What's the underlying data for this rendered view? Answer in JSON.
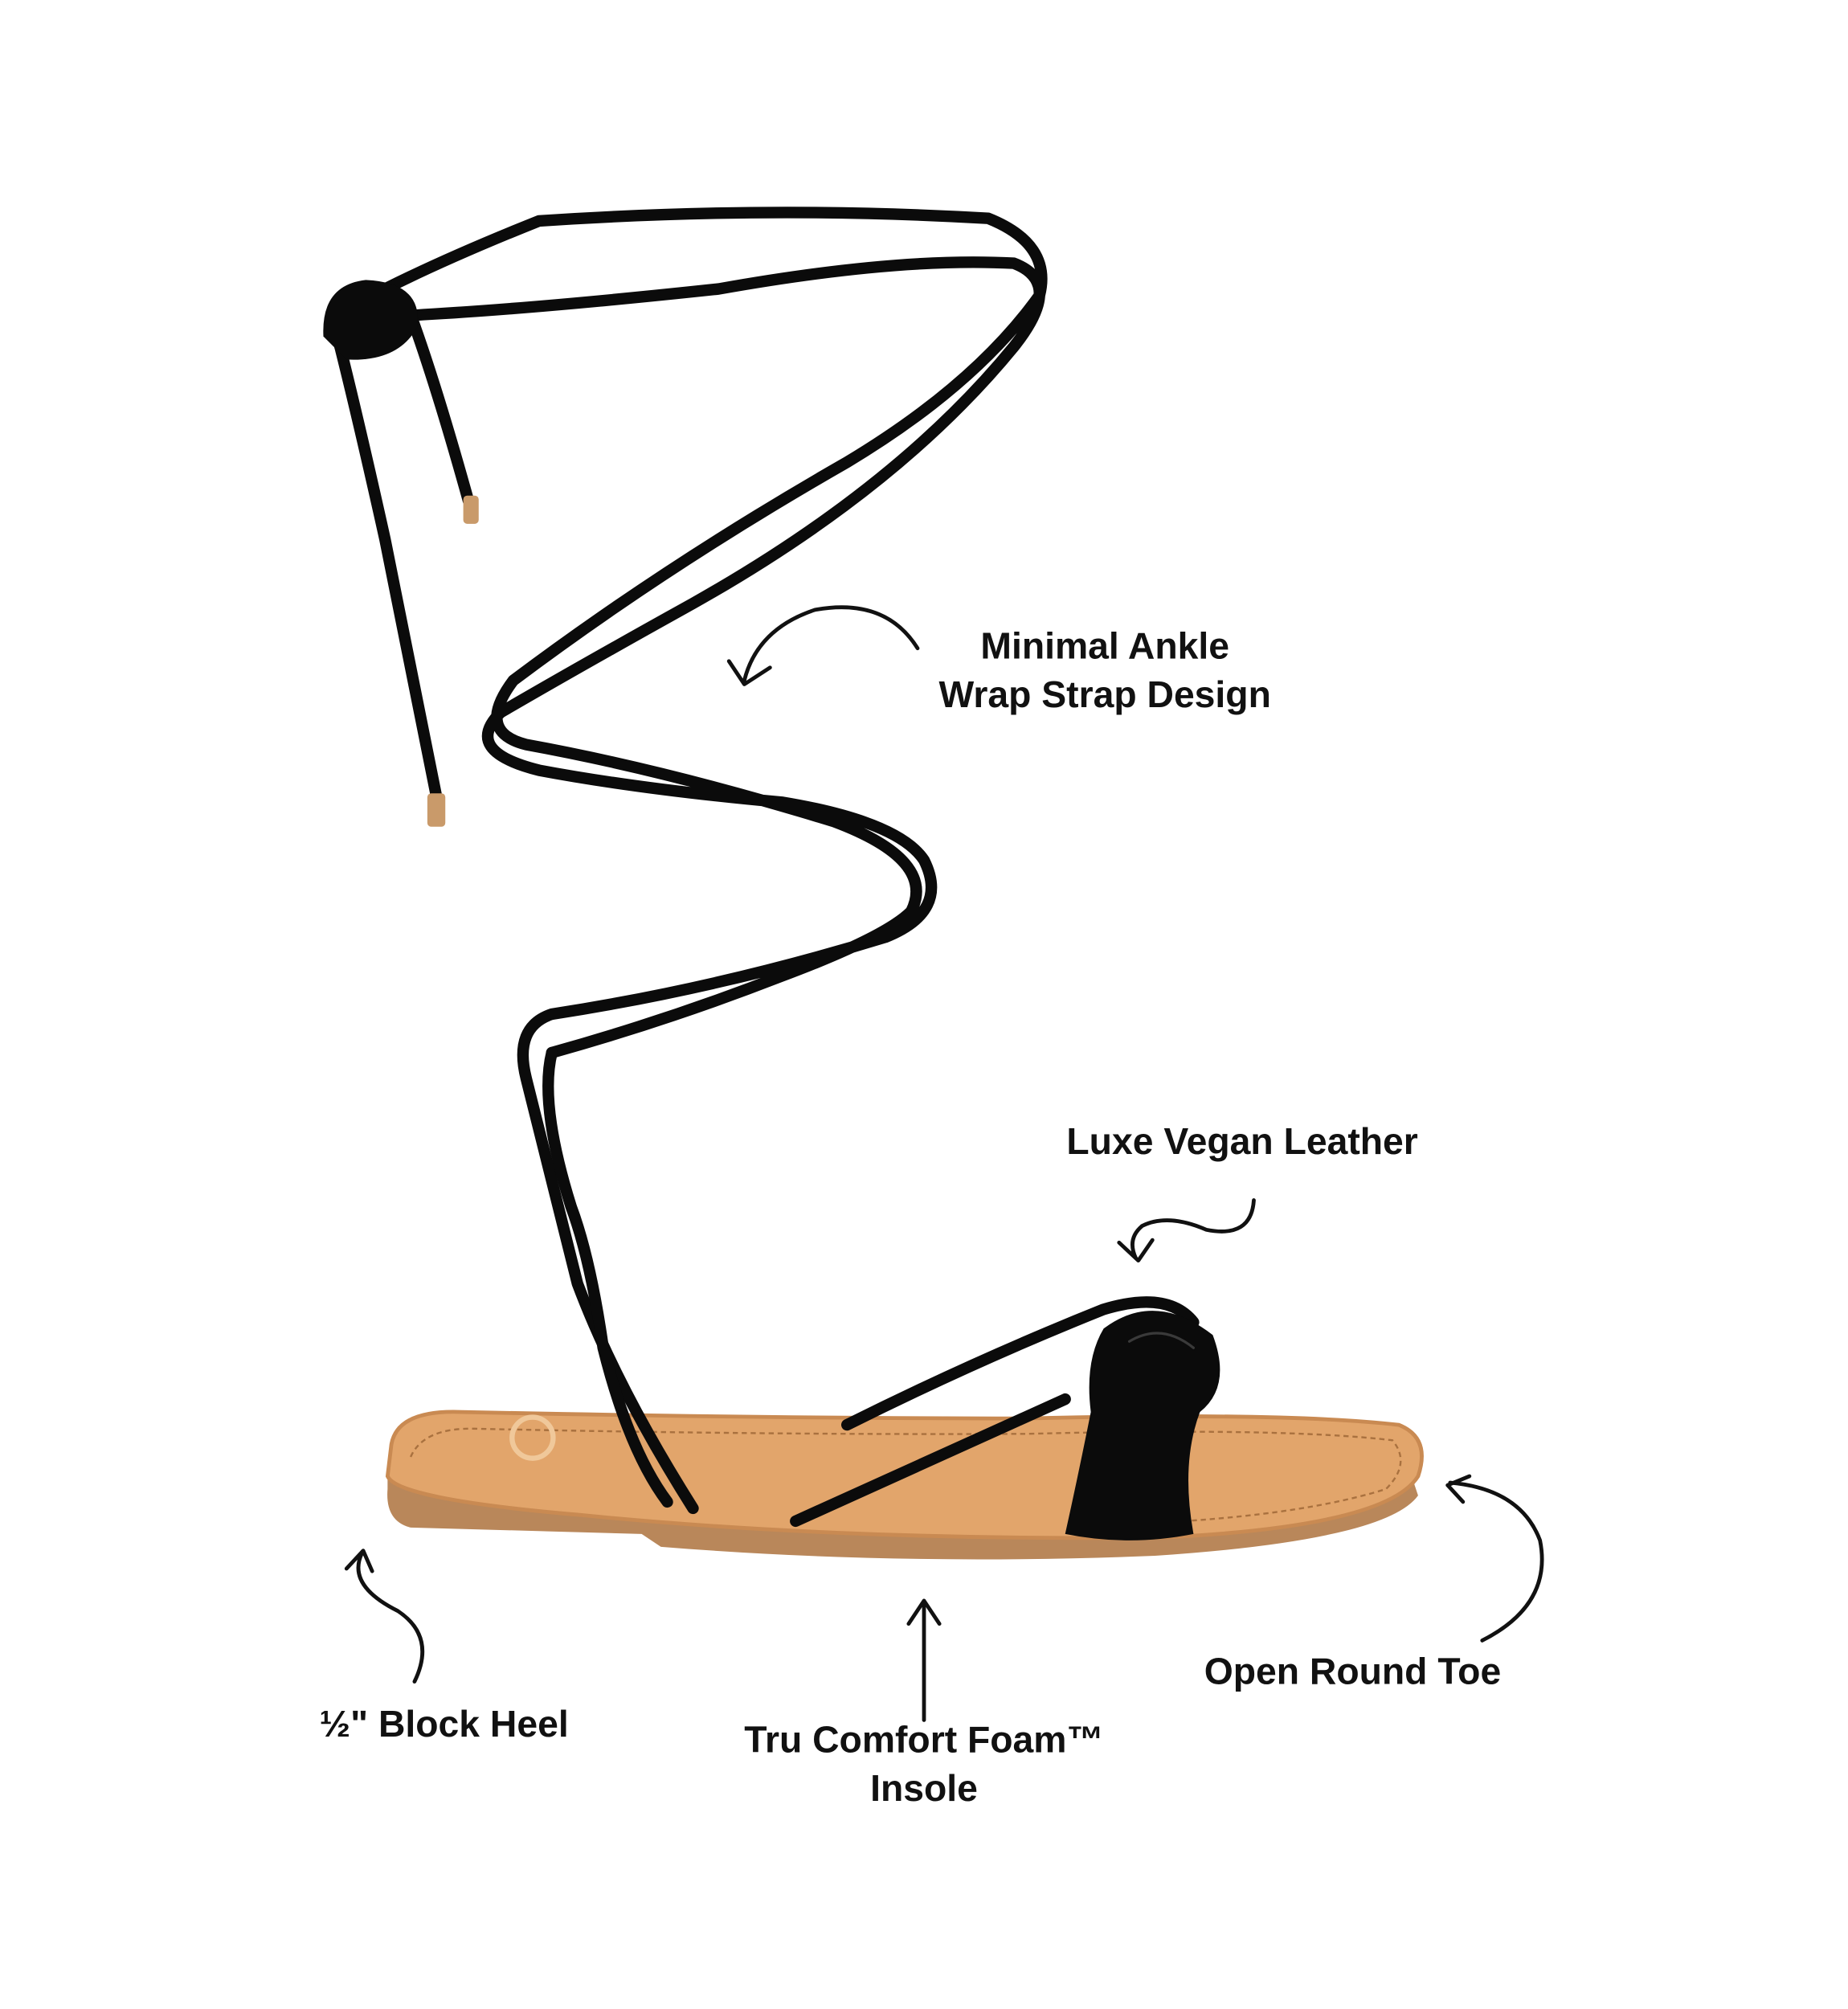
{
  "callouts": {
    "ankle_wrap": {
      "line1": "Minimal Ankle",
      "line2": "Wrap Strap Design"
    },
    "vegan_leather": {
      "line1": "Luxe Vegan Leather"
    },
    "block_heel": {
      "line1": "½\" Block Heel"
    },
    "insole": {
      "line1": "Tru Comfort Foam™",
      "line2": "Insole"
    },
    "round_toe": {
      "line1": "Open Round Toe"
    }
  },
  "colors": {
    "strap": "#0b0b0b",
    "sole_top": "#e2a56b",
    "sole_edge": "#c98a52",
    "outsole": "#b9875a",
    "tip": "#c99a6a",
    "text": "#111111"
  }
}
